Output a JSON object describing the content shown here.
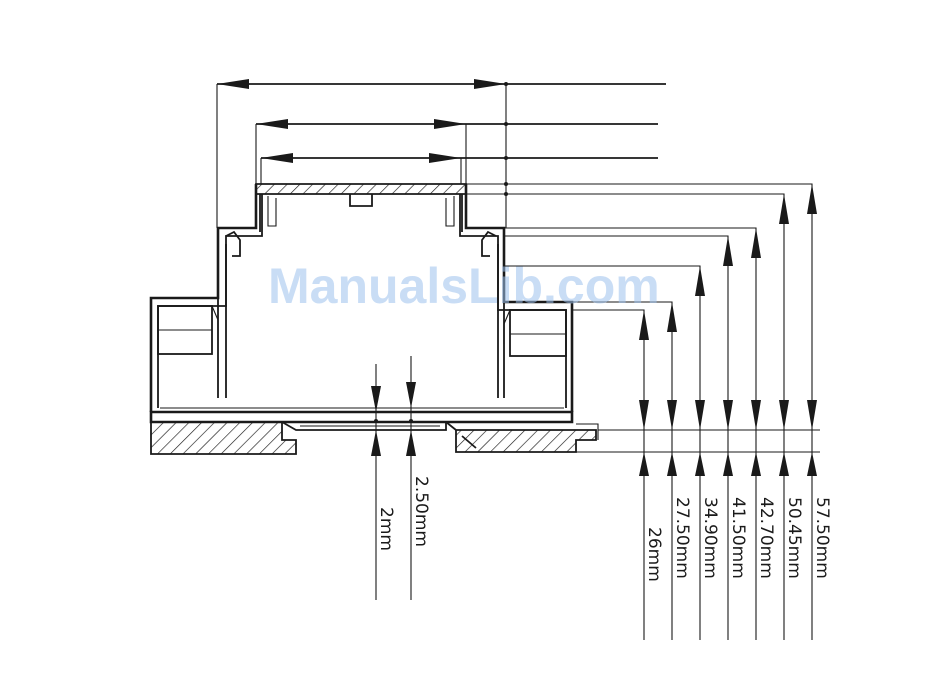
{
  "watermark": "ManualsLib.com",
  "dimensions": {
    "vertical": [
      "26mm",
      "27.50mm",
      "34.90mm",
      "41.50mm",
      "42.70mm",
      "50.45mm",
      "57.50mm"
    ],
    "bottom": [
      "2mm",
      "2.50mm"
    ]
  }
}
